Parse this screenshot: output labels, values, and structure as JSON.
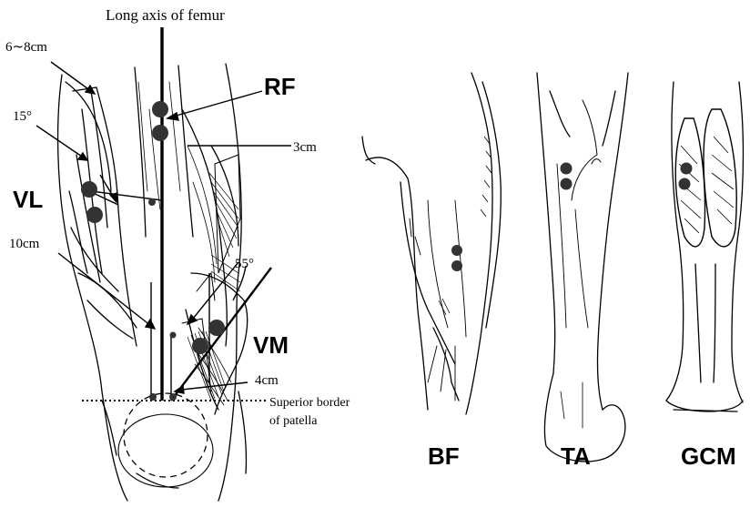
{
  "figure": {
    "axis_label": "Long axis of femur",
    "muscles": {
      "rf": "RF",
      "vl": "VL",
      "vm": "VM",
      "bf": "BF",
      "ta": "TA",
      "gcm": "GCM"
    },
    "measurements": {
      "dist_6_8": "6∼8cm",
      "angle_15": "15°",
      "dist_3": "3cm",
      "dist_10": "10cm",
      "angle_55": "55°",
      "dist_4": "4cm"
    },
    "landmark": {
      "line1": "Superior border",
      "line2": "of patella"
    }
  }
}
